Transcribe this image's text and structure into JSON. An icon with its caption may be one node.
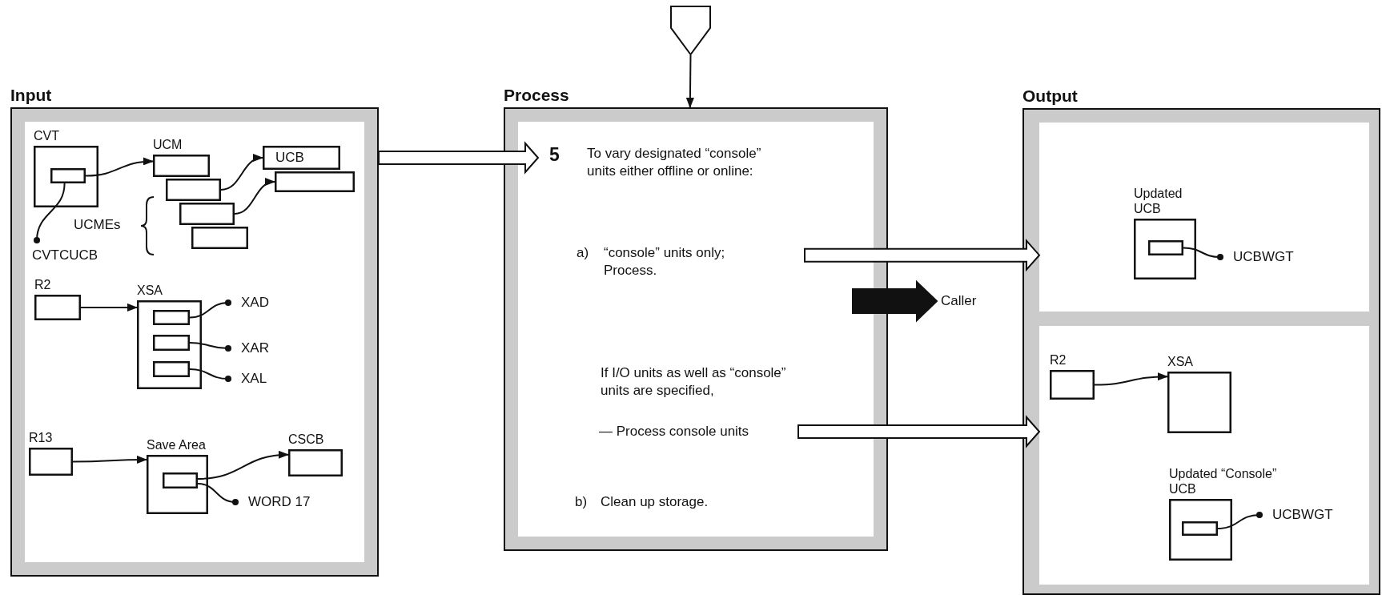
{
  "diagram": {
    "nodes": [
      {
        "text": [
          "Input"
        ]
      },
      {
        "text": [
          "CVT"
        ],
        "in": 0
      },
      {
        "text": [],
        "shape": "box",
        "in": 1
      },
      {
        "text": [
          "UCM"
        ],
        "in": 0
      },
      {
        "text": [],
        "shape": "box",
        "in": 0
      },
      {
        "text": [],
        "shape": "box",
        "in": 0
      },
      {
        "text": [],
        "shape": "box",
        "in": 0
      },
      {
        "text": [
          "UCB"
        ],
        "in": 0
      },
      {
        "text": [],
        "shape": "box",
        "in": 0
      },
      {
        "text": [
          "CVTCUCB"
        ],
        "in": 0
      },
      {
        "text": [
          "R2"
        ],
        "in": 0
      },
      {
        "text": [
          "XSA"
        ],
        "in": 0
      },
      {
        "text": [],
        "shape": "box",
        "in": 11
      },
      {
        "text": [],
        "shape": "box",
        "in": 11
      },
      {
        "text": [],
        "shape": "box",
        "in": 11
      },
      {
        "text": [
          "XAD"
        ],
        "in": 0
      },
      {
        "text": [
          "XAR"
        ],
        "in": 0
      },
      {
        "text": [
          "XAL"
        ],
        "in": 0
      },
      {
        "text": [
          "R13"
        ],
        "in": 0
      },
      {
        "text": [
          "Save Area"
        ],
        "in": 0
      },
      {
        "text": [],
        "shape": "box",
        "in": 19
      },
      {
        "text": [
          "CSCB"
        ],
        "in": 0
      },
      {
        "text": [
          "WORD 17"
        ],
        "in": 0
      },
      {
        "text": [],
        "shape": "pentagon"
      },
      {
        "text": [
          "Process"
        ]
      },
      {
        "text": [
          "5",
          "To vary designated “console” units either offline or online:"
        ],
        "in": 24
      },
      {
        "text": [
          "a)",
          "“console” units only; Process."
        ],
        "in": 24
      },
      {
        "text": [
          "— Process console units"
        ],
        "in": 24
      },
      {
        "text": [
          "Caller"
        ]
      },
      {
        "text": [
          "Output"
        ]
      },
      {
        "text": [],
        "shape": "box",
        "in": 29
      },
      {
        "text": [],
        "shape": "box",
        "in": 29
      },
      {
        "text": [
          "Updated UCB"
        ],
        "in": 30
      },
      {
        "text": [],
        "shape": "box",
        "in": 32
      },
      {
        "text": [
          "UCBWGT"
        ],
        "in": 30
      },
      {
        "text": [
          "R2"
        ],
        "in": 31
      },
      {
        "text": [
          "XSA"
        ],
        "in": 31
      },
      {
        "text": [
          "Updated “Console” UCB"
        ],
        "in": 31
      },
      {
        "text": [],
        "shape": "box",
        "in": 37
      },
      {
        "text": [
          "UCBWGT"
        ],
        "in": 31
      }
    ],
    "edges": [
      {
        "from": 2,
        "to": 3,
        "arrow": "to"
      },
      {
        "from": 4,
        "to": 7,
        "arrow": "to"
      },
      {
        "from": 5,
        "to": 8,
        "arrow": "to"
      },
      {
        "from": 2,
        "to": 9,
        "arrow": "other"
      },
      {
        "from": 10,
        "to": 11,
        "arrow": "to"
      },
      {
        "from": 12,
        "to": 15,
        "arrow": "other"
      },
      {
        "from": 13,
        "to": 16,
        "arrow": "other"
      },
      {
        "from": 14,
        "to": 17,
        "arrow": "other"
      },
      {
        "from": 18,
        "to": 19,
        "arrow": "to"
      },
      {
        "from": 20,
        "to": 21,
        "arrow": "to"
      },
      {
        "from": 20,
        "to": 22,
        "arrow": "other"
      },
      {
        "from": 0,
        "to": 25,
        "arrow": "to",
        "style": "thick",
        "color": "#ffffff"
      },
      {
        "from": 23,
        "to": 24,
        "arrow": "to"
      },
      {
        "from": 26,
        "to": 30,
        "arrow": "to",
        "style": "thick",
        "color": "#ffffff"
      },
      {
        "from": 24,
        "to": 28,
        "arrow": "to",
        "style": "thick"
      },
      {
        "from": 27,
        "to": 31,
        "arrow": "to",
        "style": "thick",
        "color": "#ffffff"
      },
      {
        "from": 33,
        "to": 34,
        "arrow": "other"
      },
      {
        "from": 35,
        "to": 36,
        "arrow": "to"
      },
      {
        "from": 38,
        "to": 39,
        "arrow": "other"
      }
    ],
    "labels": [
      "UCMEs",
      "If I/O units as well as “console” units are specified,",
      "b)",
      "Clean up storage."
    ]
  }
}
